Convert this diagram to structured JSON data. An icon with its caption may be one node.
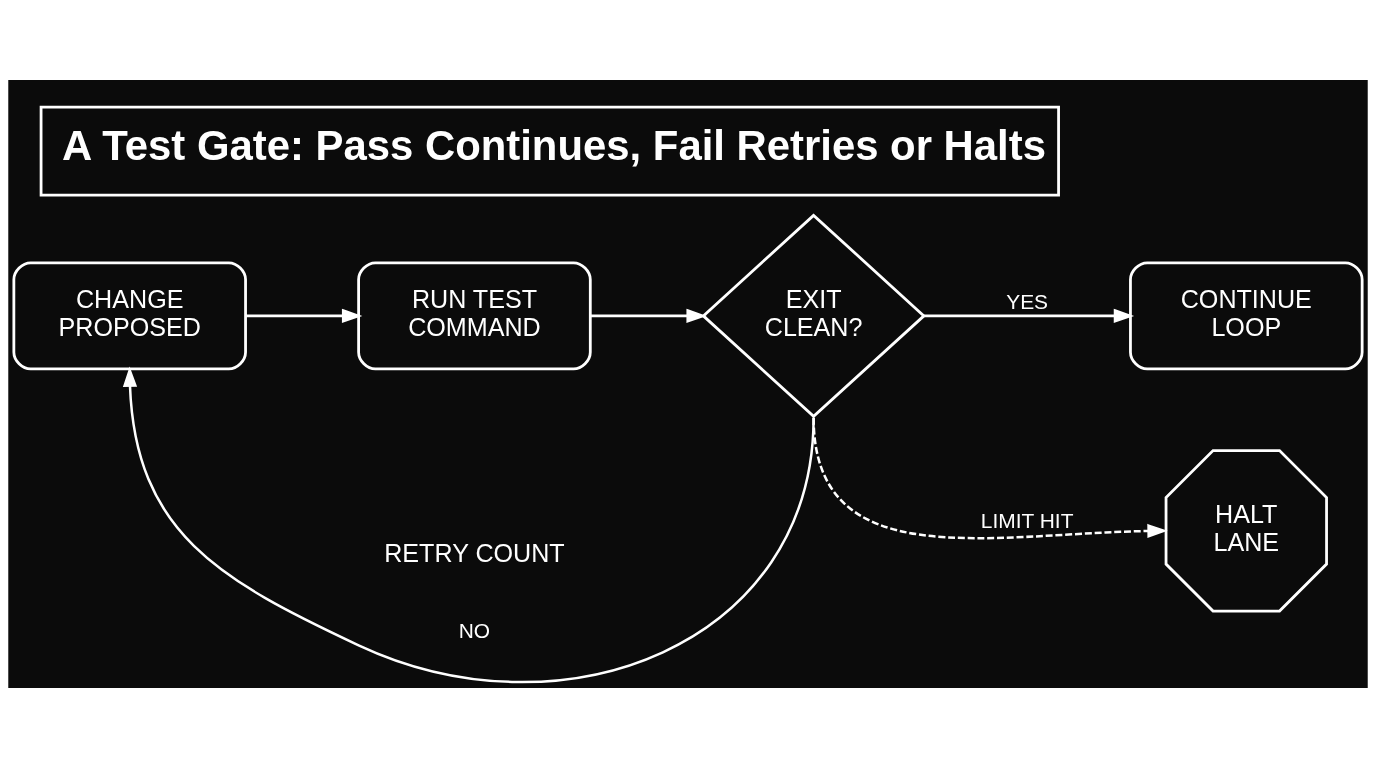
{
  "diagram": {
    "title": "A Test Gate: Pass Continues, Fail Retries or Halts",
    "nodes": [
      {
        "text": [
          "CHANGE PROPOSED"
        ]
      },
      {
        "text": [
          "RUN TEST COMMAND"
        ]
      },
      {
        "text": [
          "EXIT CLEAN?"
        ]
      },
      {
        "text": [
          "CONTINUE LOOP"
        ]
      },
      {
        "text": [
          "HALT LANE"
        ]
      }
    ],
    "edges": [
      {
        "from": 0,
        "to": 1,
        "arrow": "to"
      },
      {
        "from": 1,
        "to": 2,
        "arrow": "to"
      },
      {
        "from": 2,
        "to": 3,
        "arrow": "to",
        "label": "YES"
      },
      {
        "from": 2,
        "to": 0,
        "arrow": "to",
        "label": "NO"
      },
      {
        "from": 2,
        "to": 4,
        "arrow": "to",
        "label": "LIMIT HIT",
        "style": "dashed"
      }
    ],
    "labels": [
      "RETRY COUNT"
    ]
  }
}
